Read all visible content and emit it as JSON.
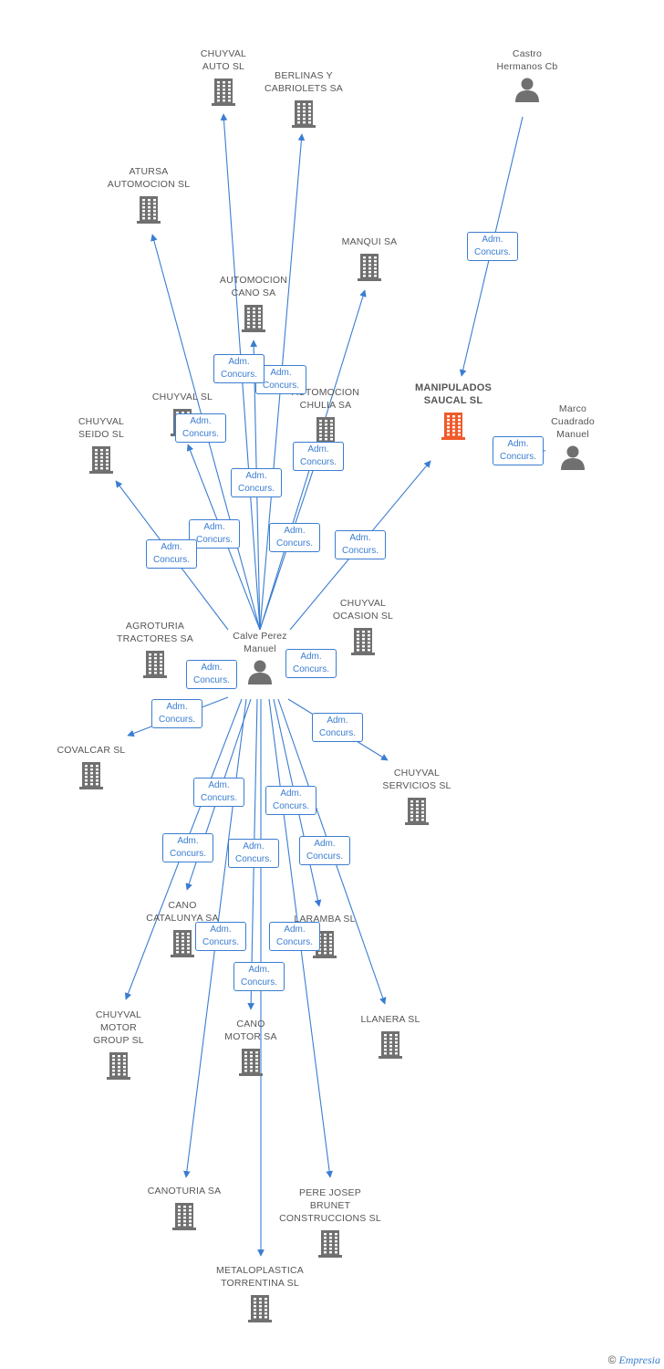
{
  "colors": {
    "edge": "#3a7dd1",
    "company": "#707070",
    "main": "#f05a2a",
    "person": "#707070"
  },
  "badge": {
    "line1": "Adm.",
    "line2": "Concurs."
  },
  "nodes": [
    {
      "id": "chuyval_auto",
      "label": "CHUYVAL\nAUTO SL",
      "kind": "company"
    },
    {
      "id": "berlinas",
      "label": "BERLINAS Y\nCABRIOLETS SA",
      "kind": "company"
    },
    {
      "id": "castro",
      "label": "Castro\nHermanos Cb",
      "kind": "person"
    },
    {
      "id": "atursa",
      "label": "ATURSA\nAUTOMOCION SL",
      "kind": "company"
    },
    {
      "id": "manqui",
      "label": "MANQUI SA",
      "kind": "company"
    },
    {
      "id": "auto_cano",
      "label": "AUTOMOCION\nCANO SA",
      "kind": "company"
    },
    {
      "id": "chuyval_sl",
      "label": "CHUYVAL SL",
      "kind": "company"
    },
    {
      "id": "auto_chulia",
      "label": "AUTOMOCION\nCHULIA SA",
      "kind": "company"
    },
    {
      "id": "manipulados",
      "label": "MANIPULADOS\nSAUCAL SL",
      "kind": "main"
    },
    {
      "id": "marco",
      "label": "Marco\nCuadrado\nManuel",
      "kind": "person"
    },
    {
      "id": "chuyval_seido",
      "label": "CHUYVAL\nSEIDO SL",
      "kind": "company"
    },
    {
      "id": "agroturia",
      "label": "AGROTURIA\nTRACTORES SA",
      "kind": "company"
    },
    {
      "id": "calve",
      "label": "Calve Perez\nManuel",
      "kind": "person"
    },
    {
      "id": "chuyval_ocasion",
      "label": "CHUYVAL\nOCASION SL",
      "kind": "company"
    },
    {
      "id": "covalcar",
      "label": "COVALCAR SL",
      "kind": "company"
    },
    {
      "id": "chuyval_servicios",
      "label": "CHUYVAL\nSERVICIOS SL",
      "kind": "company"
    },
    {
      "id": "cano_cat",
      "label": "CANO\nCATALUNYA SA",
      "kind": "company"
    },
    {
      "id": "laramba",
      "label": "LARAMBA SL",
      "kind": "company"
    },
    {
      "id": "chuyval_motor",
      "label": "CHUYVAL\nMOTOR\nGROUP SL",
      "kind": "company"
    },
    {
      "id": "cano_motor",
      "label": "CANO\nMOTOR SA",
      "kind": "company"
    },
    {
      "id": "llanera",
      "label": "LLANERA SL",
      "kind": "company"
    },
    {
      "id": "canoturia",
      "label": "CANOTURIA SA",
      "kind": "company"
    },
    {
      "id": "pere_josep",
      "label": "PERE JOSEP\nBRUNET\nCONSTRUCCIONS SL",
      "kind": "company"
    },
    {
      "id": "metaloplastica",
      "label": "METALOPLASTICA\nTORRENTINA SL",
      "kind": "company"
    }
  ],
  "edges": [
    {
      "from": "calve",
      "to": "chuyval_auto"
    },
    {
      "from": "calve",
      "to": "berlinas"
    },
    {
      "from": "castro",
      "to": "manipulados"
    },
    {
      "from": "calve",
      "to": "atursa"
    },
    {
      "from": "calve",
      "to": "manqui"
    },
    {
      "from": "calve",
      "to": "auto_cano"
    },
    {
      "from": "calve",
      "to": "chuyval_sl"
    },
    {
      "from": "calve",
      "to": "auto_chulia"
    },
    {
      "from": "calve",
      "to": "manipulados"
    },
    {
      "from": "marco",
      "to": "manipulados"
    },
    {
      "from": "calve",
      "to": "chuyval_seido"
    },
    {
      "from": "calve",
      "to": "covalcar"
    },
    {
      "from": "calve",
      "to": "chuyval_servicios"
    },
    {
      "from": "calve",
      "to": "cano_cat"
    },
    {
      "from": "calve",
      "to": "laramba"
    },
    {
      "from": "calve",
      "to": "chuyval_motor"
    },
    {
      "from": "calve",
      "to": "cano_motor"
    },
    {
      "from": "calve",
      "to": "llanera"
    },
    {
      "from": "calve",
      "to": "canoturia"
    },
    {
      "from": "calve",
      "to": "pere_josep"
    },
    {
      "from": "calve",
      "to": "metaloplastica"
    }
  ],
  "footer": {
    "copyright": "©",
    "brand": "Empresia"
  }
}
